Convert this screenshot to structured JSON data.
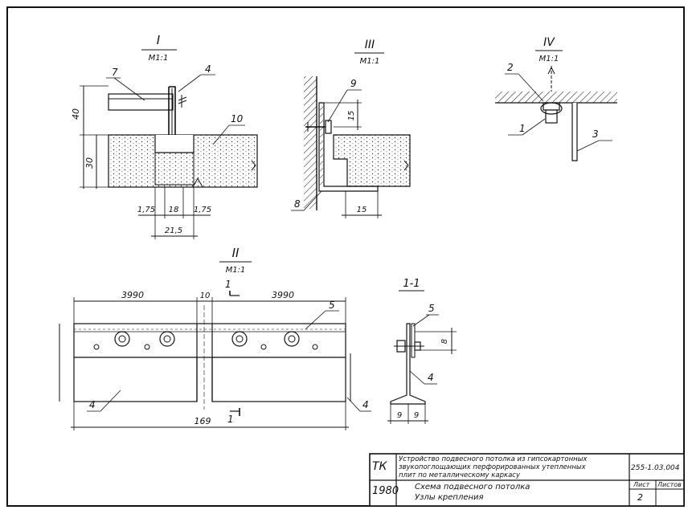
{
  "views": {
    "I": {
      "title": "I",
      "scale": "М1:1"
    },
    "II": {
      "title": "II",
      "scale": "М1:1"
    },
    "III": {
      "title": "III",
      "scale": "М1:1"
    },
    "IV": {
      "title": "IV",
      "scale": "М1:1"
    },
    "section": {
      "title": "1-1"
    }
  },
  "view_I": {
    "callouts": [
      "7",
      "4",
      "10"
    ],
    "dims": {
      "h40": "40",
      "h30": "30",
      "w175a": "1,75",
      "w18": "18",
      "w175b": "1,75",
      "w215": "21,5"
    }
  },
  "view_III": {
    "callouts": [
      "9",
      "8"
    ],
    "dims": {
      "d15a": "15",
      "d15b": "15"
    }
  },
  "view_IV": {
    "callouts": [
      "2",
      "1",
      "3"
    ]
  },
  "view_II": {
    "dims": {
      "left": "3990",
      "gap": "10",
      "right": "3990",
      "total": "169"
    },
    "callouts": {
      "c5": "5",
      "c4a": "4",
      "c4b": "4"
    },
    "section_marks": {
      "top": "1",
      "bottom": "1"
    }
  },
  "section_1_1": {
    "callouts": {
      "c5": "5",
      "c4": "4"
    },
    "dims": {
      "d9a": "9",
      "d9b": "9",
      "d8": "8"
    }
  },
  "title_block": {
    "org": "ТК",
    "year": "1980",
    "title_line1": "Устройство подвесного потолка из гипсокартонных",
    "title_line2": "звукопоглощающих перфорированных утепленных",
    "title_line3": "плит по металлическому каркасу",
    "doc_code": "255-1.03.004",
    "subtitle_line1": "Схема подвесного потолка",
    "subtitle_line2": "Узлы крепления",
    "sheet_label": "Лист",
    "sheets_label": "Листов",
    "sheet_number": "2"
  }
}
